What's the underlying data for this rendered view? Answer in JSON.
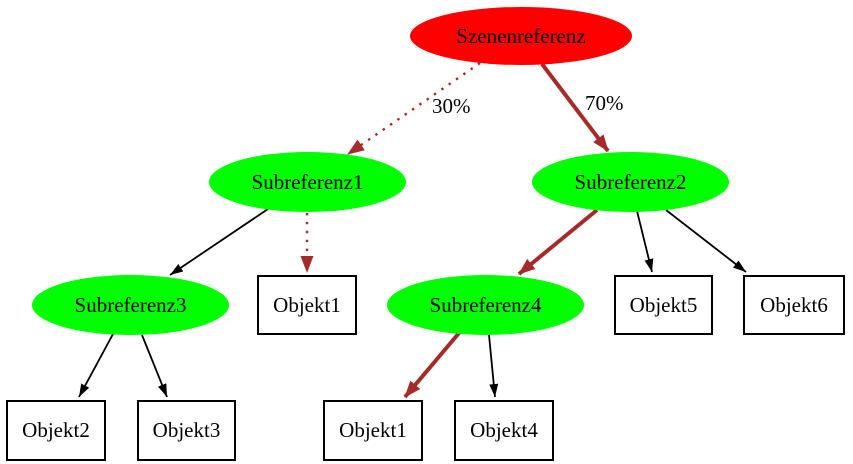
{
  "diagram": {
    "type": "directed-graph",
    "background_color": "#ffffff",
    "colors": {
      "root_node_fill": "#ff0000",
      "subreference_node_fill": "#00ff00",
      "object_node_fill": "#ffffff",
      "object_node_border": "#000000",
      "highlight_edge_color": "#a52a2a",
      "default_edge_color": "#000000",
      "text_color": "#000000"
    },
    "nodes": {
      "szenenreferenz": {
        "label": "Szenenreferenz",
        "shape": "ellipse",
        "fill": "#ff0000"
      },
      "subreferenz1": {
        "label": "Subreferenz1",
        "shape": "ellipse",
        "fill": "#00ff00"
      },
      "subreferenz2": {
        "label": "Subreferenz2",
        "shape": "ellipse",
        "fill": "#00ff00"
      },
      "subreferenz3": {
        "label": "Subreferenz3",
        "shape": "ellipse",
        "fill": "#00ff00"
      },
      "subreferenz4": {
        "label": "Subreferenz4",
        "shape": "ellipse",
        "fill": "#00ff00"
      },
      "objekt1_upper": {
        "label": "Objekt1",
        "shape": "box",
        "fill": "#ffffff"
      },
      "objekt5": {
        "label": "Objekt5",
        "shape": "box",
        "fill": "#ffffff"
      },
      "objekt6": {
        "label": "Objekt6",
        "shape": "box",
        "fill": "#ffffff"
      },
      "objekt2": {
        "label": "Objekt2",
        "shape": "box",
        "fill": "#ffffff"
      },
      "objekt3": {
        "label": "Objekt3",
        "shape": "box",
        "fill": "#ffffff"
      },
      "objekt1_lower": {
        "label": "Objekt1",
        "shape": "box",
        "fill": "#ffffff"
      },
      "objekt4": {
        "label": "Objekt4",
        "shape": "box",
        "fill": "#ffffff"
      }
    },
    "edges": [
      {
        "from": "Szenenreferenz",
        "to": "Subreferenz1",
        "label": "30%",
        "style": "dotted",
        "color": "#a52a2a"
      },
      {
        "from": "Szenenreferenz",
        "to": "Subreferenz2",
        "label": "70%",
        "style": "bold",
        "color": "#a52a2a"
      },
      {
        "from": "Subreferenz1",
        "to": "Subreferenz3",
        "label": "",
        "style": "solid",
        "color": "#000000"
      },
      {
        "from": "Subreferenz1",
        "to": "Objekt1",
        "label": "",
        "style": "dotted",
        "color": "#a52a2a"
      },
      {
        "from": "Subreferenz2",
        "to": "Subreferenz4",
        "label": "",
        "style": "bold",
        "color": "#a52a2a"
      },
      {
        "from": "Subreferenz2",
        "to": "Objekt5",
        "label": "",
        "style": "solid",
        "color": "#000000"
      },
      {
        "from": "Subreferenz2",
        "to": "Objekt6",
        "label": "",
        "style": "solid",
        "color": "#000000"
      },
      {
        "from": "Subreferenz3",
        "to": "Objekt2",
        "label": "",
        "style": "solid",
        "color": "#000000"
      },
      {
        "from": "Subreferenz3",
        "to": "Objekt3",
        "label": "",
        "style": "solid",
        "color": "#000000"
      },
      {
        "from": "Subreferenz4",
        "to": "Objekt1",
        "label": "",
        "style": "bold",
        "color": "#a52a2a"
      },
      {
        "from": "Subreferenz4",
        "to": "Objekt4",
        "label": "",
        "style": "solid",
        "color": "#000000"
      }
    ]
  }
}
